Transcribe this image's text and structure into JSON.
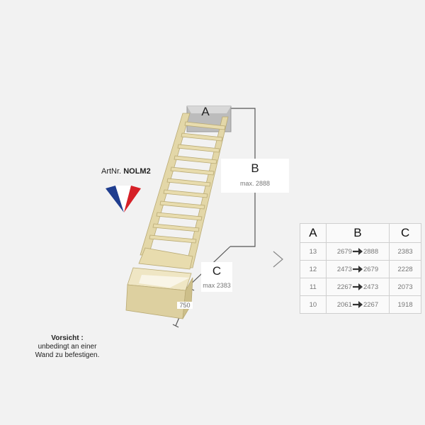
{
  "labels": {
    "A": "A",
    "B": "B",
    "B_max": "max. 2888",
    "C": "C",
    "C_max": "max 2383",
    "width": "750"
  },
  "article": {
    "prefix": "ArtNr.",
    "number": "NOLM2"
  },
  "flag": {
    "colors": [
      "#1f3d8f",
      "#ffffff",
      "#d62027"
    ]
  },
  "warning": {
    "title": "Vorsicht :",
    "line1": "unbedingt an einer",
    "line2": "Wand zu befestigen."
  },
  "table": {
    "headers": [
      "A",
      "B",
      "C"
    ],
    "rows": [
      {
        "a": "13",
        "b_from": "2679",
        "b_to": "2888",
        "c": "2383"
      },
      {
        "a": "12",
        "b_from": "2473",
        "b_to": "2679",
        "c": "2228"
      },
      {
        "a": "11",
        "b_from": "2267",
        "b_to": "2473",
        "c": "2073"
      },
      {
        "a": "10",
        "b_from": "2061",
        "b_to": "2267",
        "c": "1918"
      }
    ]
  },
  "colors": {
    "wood": "#e3d7a8",
    "wood_dark": "#c9bb84",
    "dimension_line": "#555555"
  }
}
